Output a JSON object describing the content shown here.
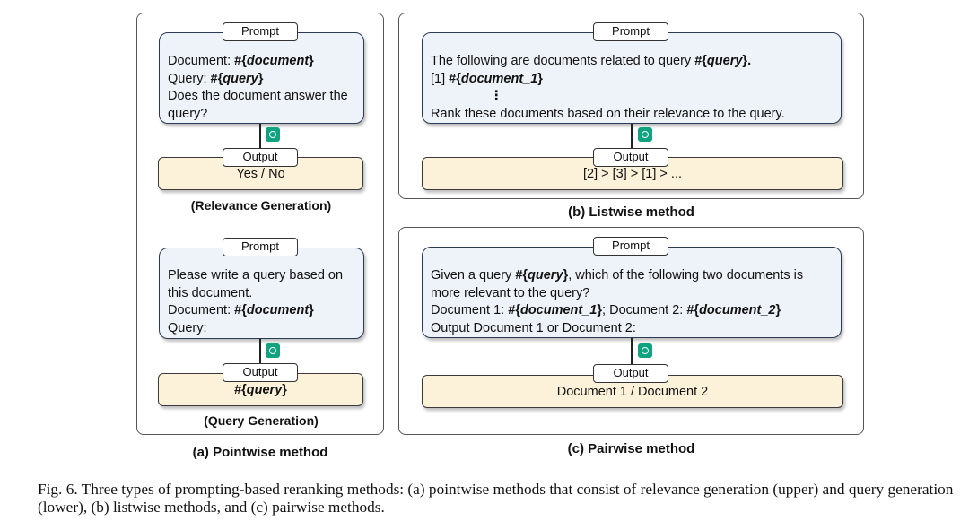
{
  "pointwise": {
    "relevance": {
      "prompt_tag": "Prompt",
      "prompt_lines": [
        [
          {
            "t": "Document: "
          },
          {
            "t": "#{",
            "s": "b"
          },
          {
            "t": "document",
            "s": "bi"
          },
          {
            "t": "}",
            "s": "b"
          }
        ],
        [
          {
            "t": "Query: "
          },
          {
            "t": "#{",
            "s": "b"
          },
          {
            "t": "query",
            "s": "bi"
          },
          {
            "t": "}",
            "s": "b"
          }
        ],
        [
          {
            "t": "Does the document answer the"
          }
        ],
        [
          {
            "t": "query?"
          }
        ]
      ],
      "output_tag": "Output",
      "output_text": "Yes / No",
      "caption": "(Relevance Generation)"
    },
    "query": {
      "prompt_tag": "Prompt",
      "prompt_lines": [
        [
          {
            "t": "Please write a query based on"
          }
        ],
        [
          {
            "t": "this document."
          }
        ],
        [
          {
            "t": "Document: "
          },
          {
            "t": "#{",
            "s": "b"
          },
          {
            "t": "document",
            "s": "bi"
          },
          {
            "t": "}",
            "s": "b"
          }
        ],
        [
          {
            "t": "Query:"
          }
        ]
      ],
      "output_tag": "Output",
      "output_parts": [
        {
          "t": "#{",
          "s": "b"
        },
        {
          "t": "query",
          "s": "bi"
        },
        {
          "t": "}",
          "s": "b"
        }
      ],
      "caption": "(Query Generation)"
    },
    "caption": "(a) Pointwise method"
  },
  "listwise": {
    "prompt_tag": "Prompt",
    "prompt_lines": [
      [
        {
          "t": "The following are documents related to query "
        },
        {
          "t": "#{",
          "s": "b"
        },
        {
          "t": "query",
          "s": "bi"
        },
        {
          "t": "}.",
          "s": "b"
        }
      ],
      [
        {
          "t": "[1] "
        },
        {
          "t": "#{",
          "s": "b"
        },
        {
          "t": "document_1",
          "s": "bi"
        },
        {
          "t": "}",
          "s": "b"
        }
      ],
      [
        {
          "t": "⋮"
        }
      ],
      [
        {
          "t": "Rank these documents based on their relevance to the query."
        }
      ]
    ],
    "output_tag": "Output",
    "output_text": "[2] > [3] > [1] > ...",
    "caption": "(b) Listwise method"
  },
  "pairwise": {
    "prompt_tag": "Prompt",
    "prompt_lines": [
      [
        {
          "t": "Given a query "
        },
        {
          "t": "#{",
          "s": "b"
        },
        {
          "t": "query",
          "s": "bi"
        },
        {
          "t": "}",
          "s": "b"
        },
        {
          "t": ", which of the following two documents is"
        }
      ],
      [
        {
          "t": "more relevant to the query?"
        }
      ],
      [
        {
          "t": "Document 1: "
        },
        {
          "t": "#{",
          "s": "b"
        },
        {
          "t": "document_1",
          "s": "bi"
        },
        {
          "t": "}",
          "s": "b"
        },
        {
          "t": ";    Document 2: "
        },
        {
          "t": "#{",
          "s": "b"
        },
        {
          "t": "document_2",
          "s": "bi"
        },
        {
          "t": "}",
          "s": "b"
        }
      ],
      [
        {
          "t": "Output Document 1 or Document 2:"
        }
      ]
    ],
    "output_tag": "Output",
    "output_text": "Document 1 / Document 2",
    "caption": "(c) Pairwise method"
  },
  "figure_caption": "Fig. 6. Three types of prompting-based reranking methods: (a) pointwise methods that consist of relevance generation (upper) and query generation (lower), (b) listwise methods, and (c) pairwise methods.",
  "colors": {
    "prompt_bg": "#eef3f9",
    "output_bg": "#fcf1d9",
    "llm_icon": "#10a37f"
  },
  "icons": {
    "llm": "chatgpt-logo-icon"
  }
}
